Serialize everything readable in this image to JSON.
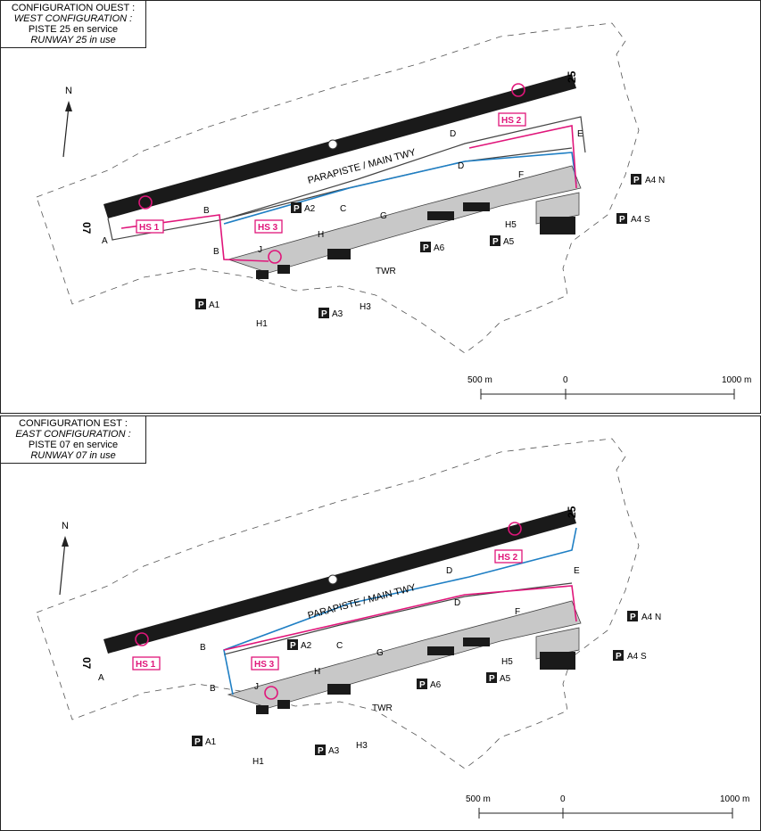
{
  "panels": [
    {
      "config_fr": "CONFIGURATION OUEST :",
      "config_en": "WEST CONFIGURATION :",
      "runway_fr": "PISTE 25 en service",
      "runway_en": "RUNWAY 25 in use"
    },
    {
      "config_fr": "CONFIGURATION EST :",
      "config_en": "EAST CONFIGURATION :",
      "runway_fr": "PISTE 07 en service",
      "runway_en": "RUNWAY 07 in use"
    }
  ],
  "labels": {
    "north": "N",
    "rwy_west": "07",
    "rwy_east": "25",
    "main_twy": "PARAPISTE / MAIN TWY",
    "twr": "TWR",
    "hotspots": [
      "HS 1",
      "HS 2",
      "HS 3"
    ],
    "taxiways": [
      "A",
      "B",
      "B",
      "C",
      "D",
      "D",
      "E",
      "F",
      "G",
      "H",
      "J"
    ],
    "parking": [
      "A1",
      "A2",
      "A3",
      "A4 N",
      "A4 S",
      "A5",
      "A6"
    ],
    "parking_symbol": "P",
    "holding": [
      "H1",
      "H3",
      "H5"
    ]
  },
  "scale": {
    "left": "500 m",
    "mid": "0",
    "right": "1000 m"
  },
  "colors": {
    "runway": "#1a1a1a",
    "hotspot": "#e0157a",
    "blue_route": "#1f7fc4",
    "pink_route": "#e0157a",
    "apron": "#c8c8c8",
    "fence": "#555555"
  }
}
